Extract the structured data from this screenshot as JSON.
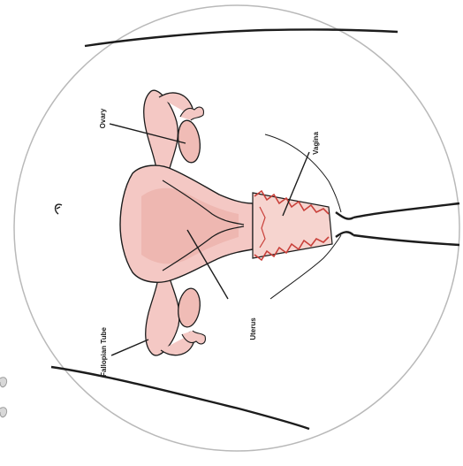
{
  "labels": {
    "ovary": "Ovary",
    "vagina": "Vagina",
    "uterus": "Uterus",
    "fallopian_tube": "Fallopian Tube"
  },
  "colors": {
    "background": "#ffffff",
    "circle_outline": "#b9b9b9",
    "outline_ink": "#1c1c1c",
    "tissue_fill": "#f4c8c4",
    "tissue_shade": "#e8a39c",
    "wall_red": "#c9403a"
  },
  "icons": {
    "reload_mark": "curl-mark-icon"
  }
}
